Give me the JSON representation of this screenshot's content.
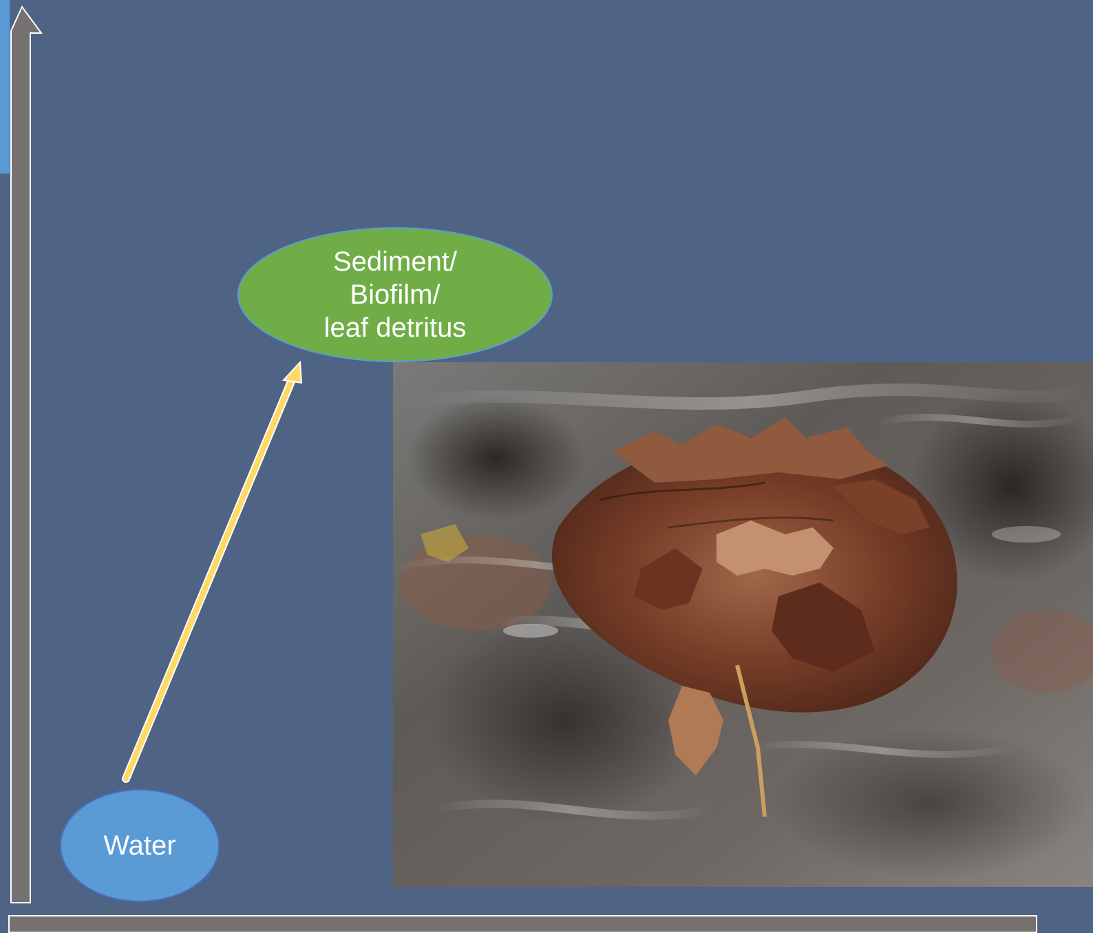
{
  "colors": {
    "background": "#4f6484",
    "accent_strip": "#5b9bd5",
    "axis_fill": "#767171",
    "axis_stroke": "#ffffff",
    "water_ellipse": "#5b9bd5",
    "sediment_ellipse": "#70ad47",
    "flow_arrow": "#ffd966",
    "label_text": "#ffffff"
  },
  "nodes": {
    "water": {
      "label": "Water"
    },
    "sediment": {
      "label": "Sediment/\nBiofilm/\nleaf detritus"
    }
  },
  "photo": {
    "subject": "leaf litter pack in a flowing stream"
  }
}
